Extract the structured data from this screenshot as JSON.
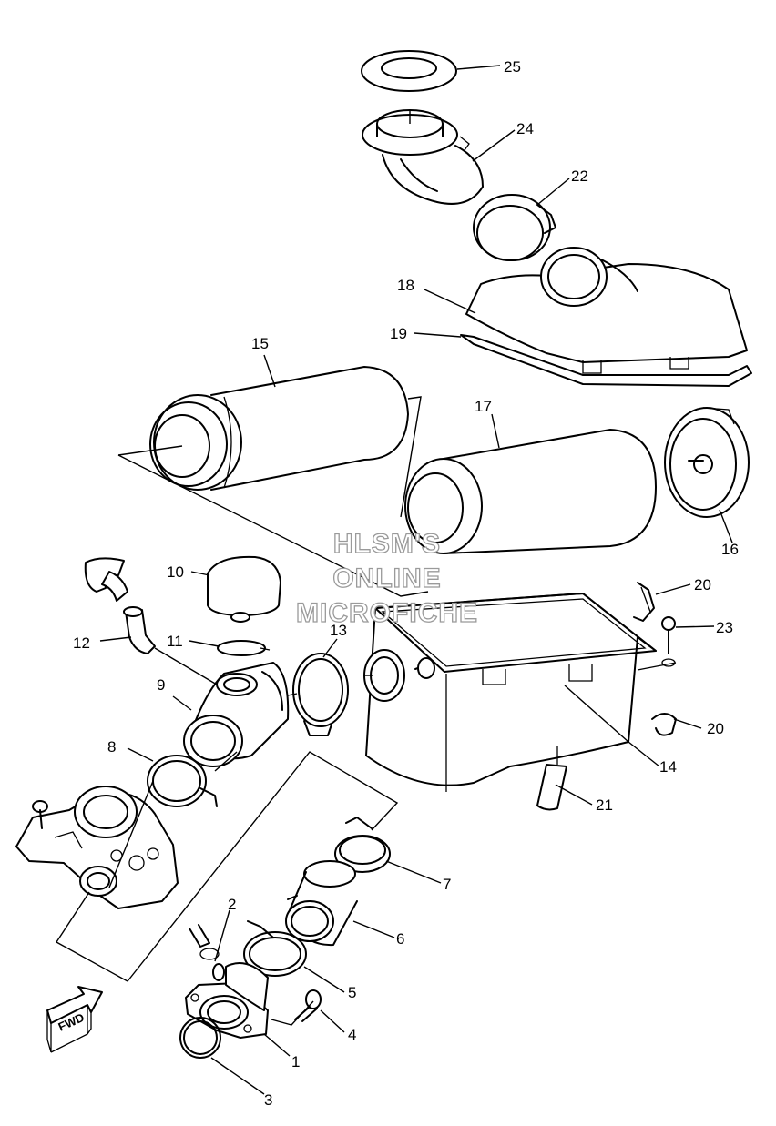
{
  "watermark": {
    "line1": "HLSM'S",
    "line2": "ONLINE",
    "line3": "MICROFICHE"
  },
  "direction_label": "FWD",
  "callouts": {
    "c1": "1",
    "c2": "2",
    "c3": "3",
    "c4": "4",
    "c5": "5",
    "c6": "6",
    "c7": "7",
    "c8": "8",
    "c9": "9",
    "c10": "10",
    "c11": "11",
    "c12": "12",
    "c13": "13",
    "c14": "14",
    "c15": "15",
    "c16": "16",
    "c17": "17",
    "c18": "18",
    "c19": "19",
    "c20a": "20",
    "c20b": "20",
    "c21": "21",
    "c22": "22",
    "c23": "23",
    "c24": "24",
    "c25": "25"
  }
}
